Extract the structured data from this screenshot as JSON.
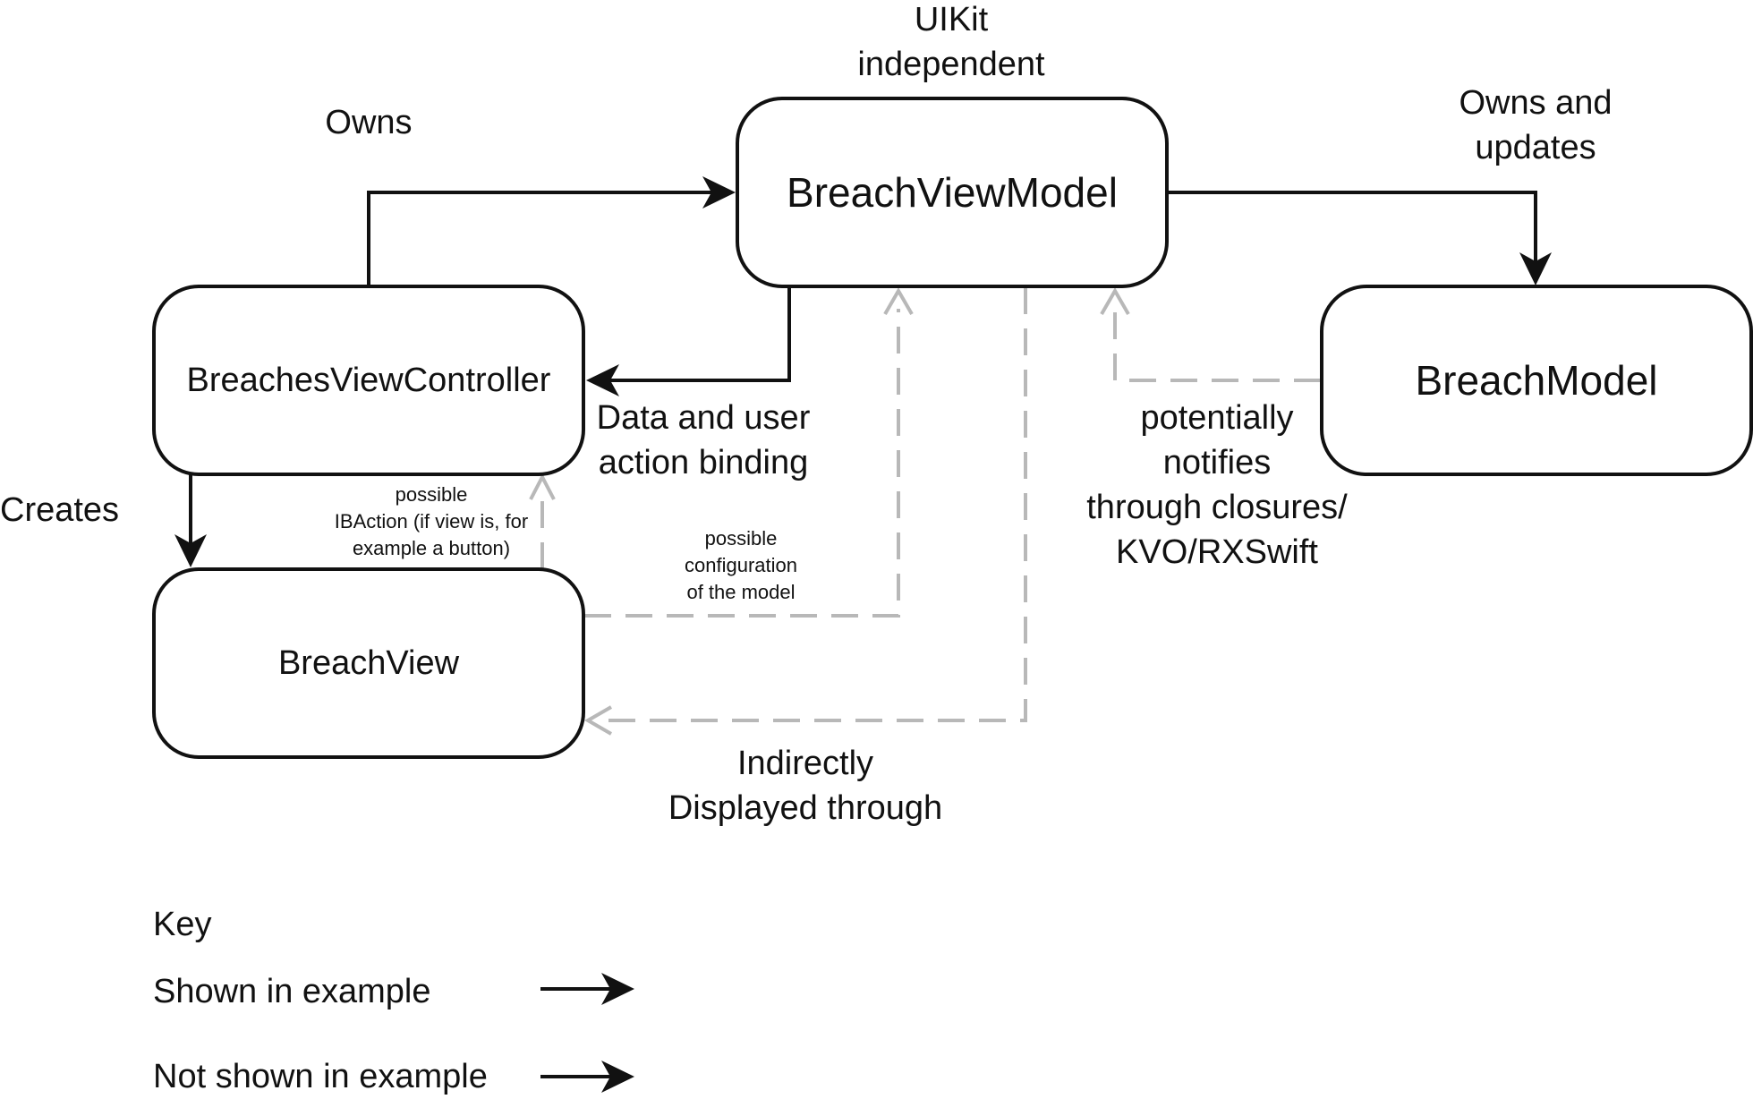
{
  "nodes": {
    "view_model": "BreachViewModel",
    "controller": "BreachesViewController",
    "model": "BreachModel",
    "view": "BreachView"
  },
  "labels": {
    "uikit": [
      "UIKit",
      "independent"
    ],
    "owns": "Owns",
    "owns_updates": [
      "Owns and",
      "updates"
    ],
    "creates": "Creates",
    "binding": [
      "Data and user",
      "action binding"
    ],
    "notifies": [
      "potentially",
      "notifies",
      "through closures/",
      "KVO/RXSwift"
    ],
    "ibaction": [
      "possible",
      "IBAction (if view is, for",
      "example a button)"
    ],
    "configuration": [
      "possible",
      "configuration",
      "of the model"
    ],
    "displayed": [
      "Indirectly",
      "Displayed through"
    ]
  },
  "key": {
    "title": "Key",
    "shown": "Shown in example",
    "not_shown": "Not shown in example"
  },
  "colors": {
    "solid": "#111111",
    "dashed": "#b8b8b8"
  }
}
